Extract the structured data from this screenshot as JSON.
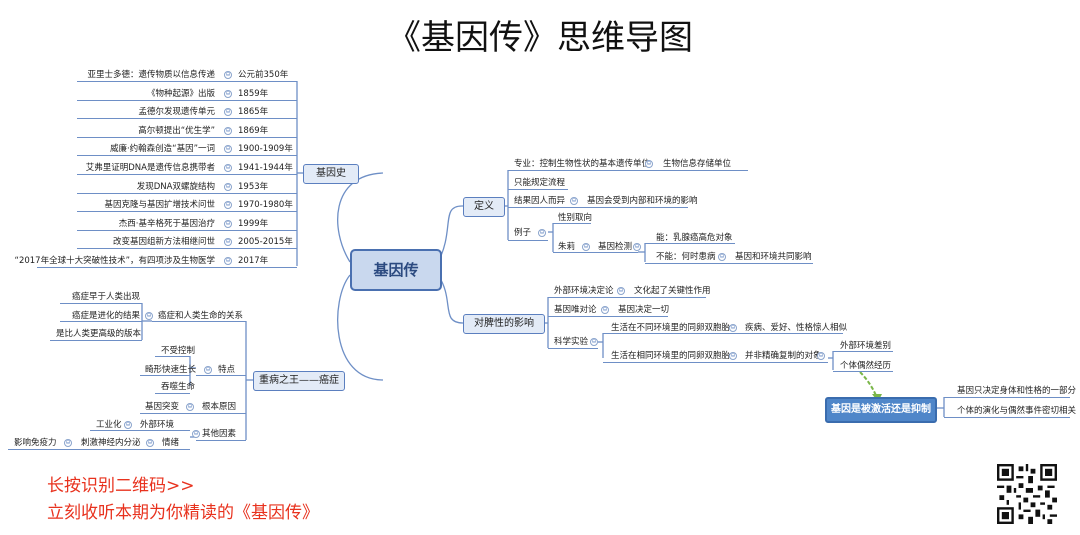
{
  "title": "《基因传》思维导图",
  "root": "基因传",
  "history": {
    "label": "基因史",
    "items": [
      {
        "text": "亚里士多德：遗传物质以信息传递",
        "date": "公元前350年"
      },
      {
        "text": "《物种起源》出版",
        "date": "1859年"
      },
      {
        "text": "孟德尔发现遗传单元",
        "date": "1865年"
      },
      {
        "text": "高尔顿提出“优生学”",
        "date": "1869年"
      },
      {
        "text": "威廉·约翰森创造“基因”一词",
        "date": "1900-1909年"
      },
      {
        "text": "艾弗里证明DNA是遗传信息携带者",
        "date": "1941-1944年"
      },
      {
        "text": "发现DNA双螺旋结构",
        "date": "1953年"
      },
      {
        "text": "基因克隆与基因扩增技术问世",
        "date": "1970-1980年"
      },
      {
        "text": "杰西·基辛格死于基因治疗",
        "date": "1999年"
      },
      {
        "text": "改变基因组新方法相继问世",
        "date": "2005-2015年"
      },
      {
        "text": "“2017年全球十大突破性技术”，有四项涉及生物医学",
        "date": "2017年"
      }
    ]
  },
  "cancer": {
    "label": "重病之王——癌症",
    "relation": "癌症和人类生命的关系",
    "relation_items": [
      "癌症早于人类出现",
      "癌症是进化的结果",
      "是比人类更高级的版本"
    ],
    "features": "特点",
    "feature_items": [
      "不受控制",
      "畸形快速生长",
      "吞噬生命"
    ],
    "root_cause": "根本原因",
    "gene_mutation": "基因突变",
    "other_factors": "其他因素",
    "environment": "外部环境",
    "industrialization": "工业化",
    "emotion": "情绪",
    "endocrine": "刺激神经内分泌",
    "immunity": "影响免疫力"
  },
  "definition": {
    "label": "定义",
    "items": [
      "专业：控制生物性状的基本遗传单位",
      "只能规定流程",
      "结果因人而异",
      "例子"
    ],
    "bio_info": "生物信息存储单位",
    "environment_effect": "基因会受到内部和环境的影响",
    "sex": "性别取向",
    "xu_li": "朱莉",
    "gene_test": "基因检测",
    "can": "能：乳腺癌高危对象",
    "cannot": "不能：何时患病",
    "co_effect": "基因和环境共同影响"
  },
  "impact": {
    "label": "对脾性的影响",
    "external": "外部环境决定论",
    "external_note": "文化起了关键性作用",
    "gene_det": "基因唯对论",
    "gene_all": "基因决定一切",
    "experiment": "科学实验",
    "twins_diff": "生活在不同环境里的同卵双胞胎",
    "twins_diff_result": "疾病、爱好、性格惊人相似",
    "twins_same": "生活在相同环境里的同卵双胞胎",
    "twins_same_result": "并非精确复制的对象",
    "env_diff": "外部环境差别",
    "chance": "个体偶然经历",
    "conclusion": "基因是被激活还是抑制",
    "conclusion_items": [
      "基因只决定身体和性格的一部分",
      "个体的演化与偶然事件密切相关"
    ]
  },
  "promo": {
    "line1": "长按识别二维码>>",
    "line2": "立刻收听本期为你精读的《基因传》"
  },
  "colors": {
    "line": "#6e8fc6",
    "node": "#e3ebf7",
    "root": "#c9d8ee",
    "selected": "#4f86c9",
    "promo": "#e8321e",
    "arrow": "#7ab648"
  }
}
